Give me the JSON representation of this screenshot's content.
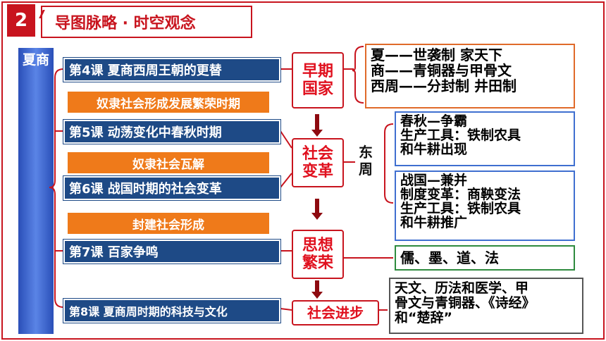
{
  "header": {
    "number": "2",
    "title": "导图脉略 · 时空观念"
  },
  "sidebar": {
    "label": "夏商"
  },
  "lessons": [
    {
      "label": "第4课  夏商西周王朝的更替"
    },
    {
      "label": "第5课  动荡变化中春秋时期"
    },
    {
      "label": "第6课  战国时期的社会变革"
    },
    {
      "label": "第7课  百家争鸣"
    },
    {
      "label": "第8课  夏商周时期的科技与文化"
    }
  ],
  "eras": [
    {
      "label": "奴隶社会形成发展繁荣时期"
    },
    {
      "label": "奴隶社会瓦解"
    },
    {
      "label": "封建社会形成"
    }
  ],
  "categories": [
    {
      "line1": "早期",
      "line2": "国家"
    },
    {
      "line1": "社会",
      "line2": "变革"
    },
    {
      "line1": "思想",
      "line2": "繁荣"
    },
    {
      "line1": "社会进步",
      "line2": ""
    }
  ],
  "dongzhou": {
    "line1": "东",
    "line2": "周"
  },
  "details": {
    "early_state": [
      "夏——世袭制  家天下",
      "商——青铜器与甲骨文",
      "西周——分封制  井田制"
    ],
    "chunqiu": [
      "春秋—争霸",
      "生产工具：铁制农具",
      "和牛耕出现"
    ],
    "zhanguo": [
      "战国—兼并",
      "制度变革：商鞅变法",
      "生产工具：铁制农具",
      "和牛耕推广"
    ],
    "thought": [
      "儒、墨、道、法"
    ],
    "progress": [
      "天文、历法和医学、甲",
      "骨文与青铜器、《诗经》",
      "和“楚辞”"
    ]
  },
  "colors": {
    "accent_red": "#c8141e",
    "lesson_blue": "#1e4a86",
    "era_orange": "#ef7a1a",
    "detail_border_blue": "#3f6fd0"
  }
}
